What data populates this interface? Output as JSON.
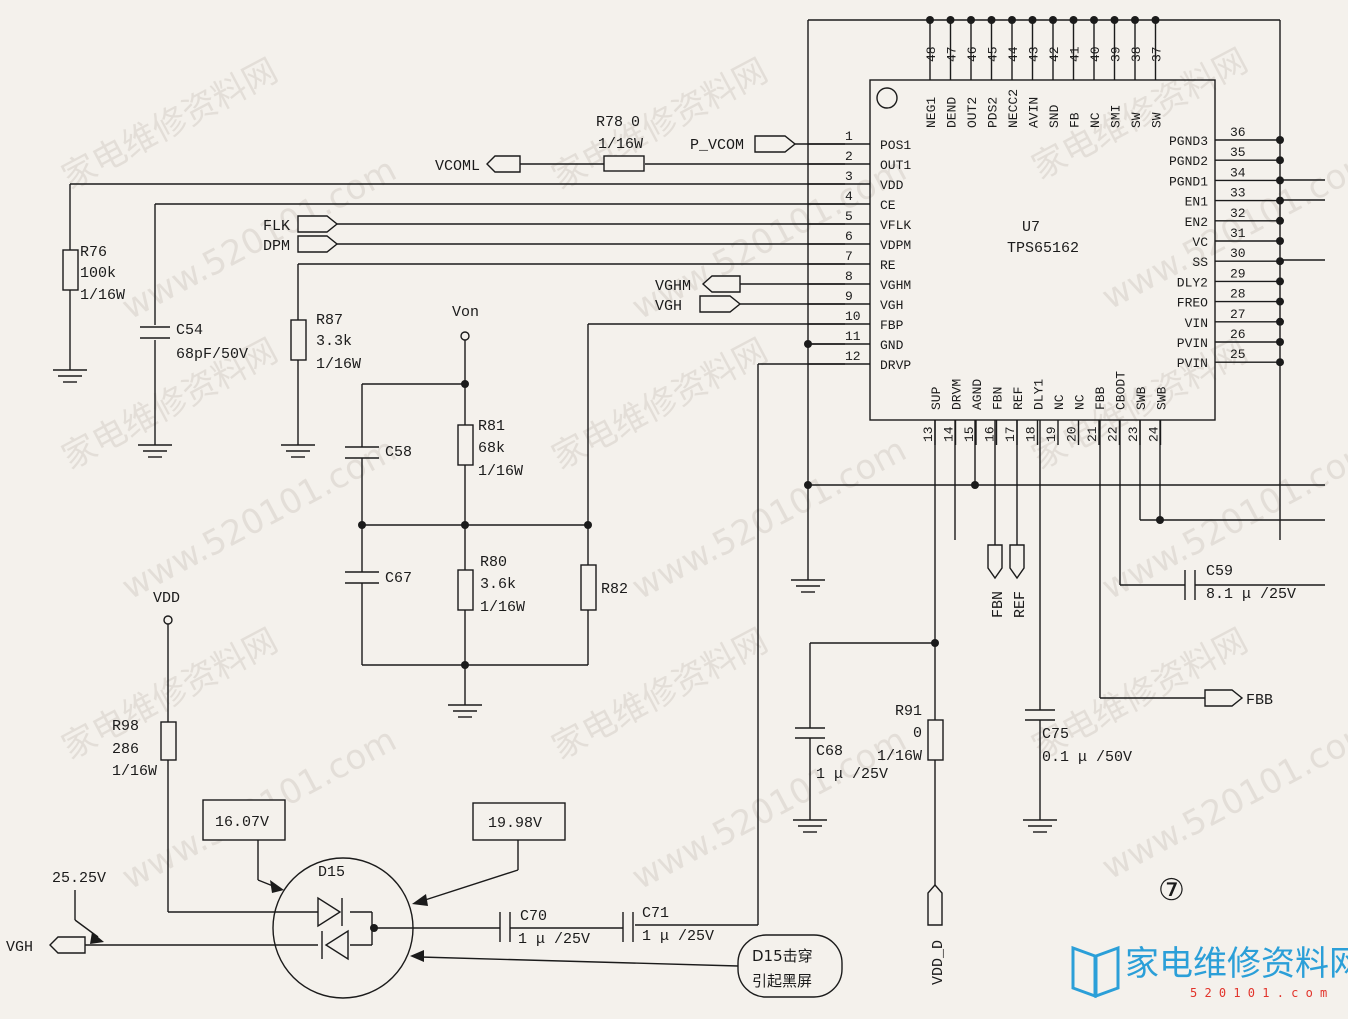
{
  "chip": {
    "ref": "U7",
    "part": "TPS65162"
  },
  "pins_left": [
    {
      "num": "1",
      "name": "POS1"
    },
    {
      "num": "2",
      "name": "OUT1"
    },
    {
      "num": "3",
      "name": "VDD"
    },
    {
      "num": "4",
      "name": "CE"
    },
    {
      "num": "5",
      "name": "VFLK"
    },
    {
      "num": "6",
      "name": "VDPM"
    },
    {
      "num": "7",
      "name": "RE"
    },
    {
      "num": "8",
      "name": "VGHM"
    },
    {
      "num": "9",
      "name": "VGH"
    },
    {
      "num": "10",
      "name": "FBP"
    },
    {
      "num": "11",
      "name": "GND"
    },
    {
      "num": "12",
      "name": "DRVP"
    }
  ],
  "pins_top": [
    {
      "num": "48",
      "name": "NEG1"
    },
    {
      "num": "47",
      "name": "DEND"
    },
    {
      "num": "46",
      "name": "OUT2"
    },
    {
      "num": "45",
      "name": "PDS2"
    },
    {
      "num": "44",
      "name": "NECC2"
    },
    {
      "num": "43",
      "name": "AVIN"
    },
    {
      "num": "42",
      "name": "SND"
    },
    {
      "num": "41",
      "name": "FB"
    },
    {
      "num": "40",
      "name": "NC"
    },
    {
      "num": "39",
      "name": "SMI"
    },
    {
      "num": "38",
      "name": "SW"
    },
    {
      "num": "37",
      "name": "SW"
    }
  ],
  "pins_right": [
    {
      "num": "36",
      "name": "PGND3"
    },
    {
      "num": "35",
      "name": "PGND2"
    },
    {
      "num": "34",
      "name": "PGND1"
    },
    {
      "num": "33",
      "name": "EN1"
    },
    {
      "num": "32",
      "name": "EN2"
    },
    {
      "num": "31",
      "name": "VC"
    },
    {
      "num": "30",
      "name": "SS"
    },
    {
      "num": "29",
      "name": "DLY2"
    },
    {
      "num": "28",
      "name": "FREO"
    },
    {
      "num": "27",
      "name": "VIN"
    },
    {
      "num": "26",
      "name": "PVIN"
    },
    {
      "num": "25",
      "name": "PVIN"
    }
  ],
  "pins_bottom": [
    {
      "num": "13",
      "name": "SUP"
    },
    {
      "num": "14",
      "name": "DRVM"
    },
    {
      "num": "15",
      "name": "AGND"
    },
    {
      "num": "16",
      "name": "FBN"
    },
    {
      "num": "17",
      "name": "REF"
    },
    {
      "num": "18",
      "name": "DLY1"
    },
    {
      "num": "19",
      "name": "NC"
    },
    {
      "num": "20",
      "name": "NC"
    },
    {
      "num": "21",
      "name": "FBB"
    },
    {
      "num": "22",
      "name": "CBODT"
    },
    {
      "num": "23",
      "name": "SWB"
    },
    {
      "num": "24",
      "name": "SWB"
    }
  ],
  "nets": {
    "p_vcom": "P_VCOM",
    "vcoml": "VCOML",
    "flk": "FLK",
    "dpm": "DPM",
    "vghm": "VGHM",
    "vgh_in": "VGH",
    "von": "Von",
    "vdd": "VDD",
    "fbn": "FBN",
    "ref": "REF",
    "fbb": "FBB",
    "vdd_d": "VDD_D",
    "vgh_out": "VGH"
  },
  "parts": {
    "r78": {
      "ref": "R78",
      "val": "0",
      "rating": "1/16W"
    },
    "r76": {
      "ref": "R76",
      "val": "100k",
      "rating": "1/16W"
    },
    "c54": {
      "ref": "C54",
      "val": "68pF/50V"
    },
    "r87": {
      "ref": "R87",
      "val": "3.3k",
      "rating": "1/16W"
    },
    "r81": {
      "ref": "R81",
      "val": "68k",
      "rating": "1/16W"
    },
    "c58": {
      "ref": "C58"
    },
    "c67": {
      "ref": "C67"
    },
    "r80": {
      "ref": "R80",
      "val": "3.6k",
      "rating": "1/16W"
    },
    "r82": {
      "ref": "R82"
    },
    "r98": {
      "ref": "R98",
      "val": "286",
      "rating": "1/16W"
    },
    "d15": {
      "ref": "D15"
    },
    "c70": {
      "ref": "C70",
      "val": "1 μ /25V"
    },
    "c71": {
      "ref": "C71",
      "val": "1 μ /25V"
    },
    "c68": {
      "ref": "C68",
      "val": "1 μ /25V"
    },
    "r91": {
      "ref": "R91",
      "val": "0",
      "rating": "1/16W"
    },
    "c75": {
      "ref": "C75",
      "val": "0.1 μ /50V"
    },
    "c59": {
      "ref": "C59",
      "val": "8.1 μ /25V"
    }
  },
  "measurements": {
    "v1": "16.07V",
    "v2": "19.98V",
    "v3": "25.25V"
  },
  "note": {
    "line1": "D15击穿",
    "line2": "引起黑屏"
  },
  "page_marker": "⑦",
  "watermark": {
    "cn": "家电维修资料网",
    "url": "www.520101.com"
  },
  "logo": {
    "cn": "家电维修资料网",
    "url": "5 2 0 1 0 1 . c o m",
    "color": "#2b9fd8",
    "url_color": "#e2342b"
  }
}
